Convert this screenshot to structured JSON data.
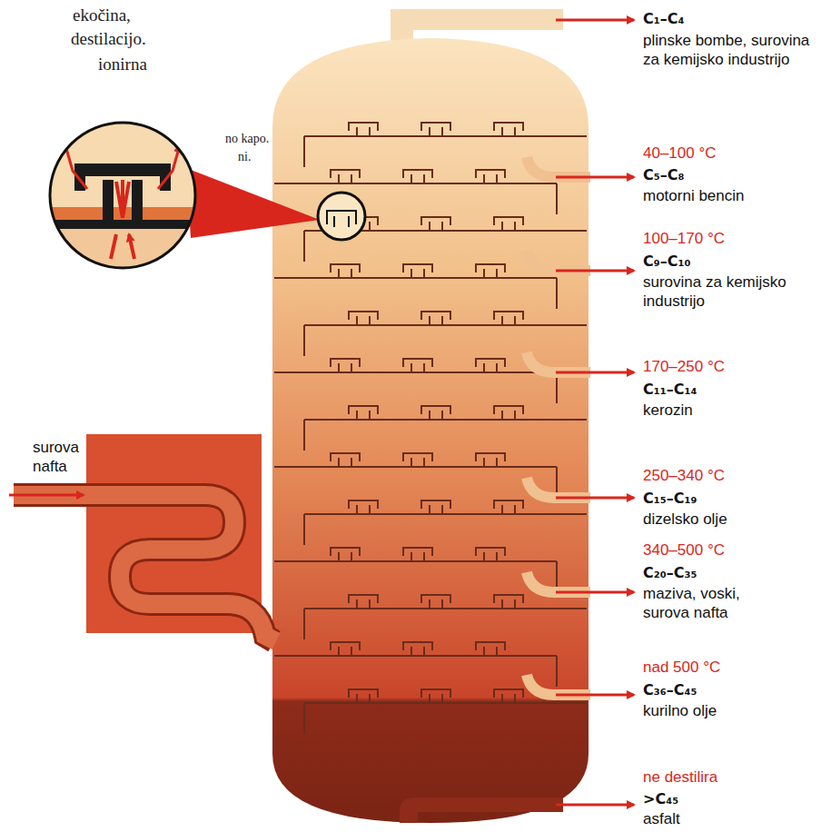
{
  "diagram": {
    "labels": [
      "ekočina,",
      "destilacijo.",
      "ionirna",
      "no kapo.",
      "ni.",
      "surova nafta",
      "C₁–C₄",
      "plinske bombe, surovina za kemijsko industrijo",
      "40–100 °C",
      "C₅–C₈",
      "motorni bencin",
      "100–170 °C",
      "C₉–C₁₀",
      "surovina za kemijsko industrijo",
      "170–250 °C",
      "C₁₁–C₁₄",
      "kerozin",
      "250–340 °C",
      "C₁₅–C₁₉",
      "dizelsko olje",
      "340–500 °C",
      "C₂₀–C₃₅",
      "maziva, voski, surova nafta",
      "nad 500 °C",
      "C₃₆–C₄₅",
      "kurilno olje",
      "ne destilira",
      ">C₄₅",
      "asfalt"
    ]
  }
}
